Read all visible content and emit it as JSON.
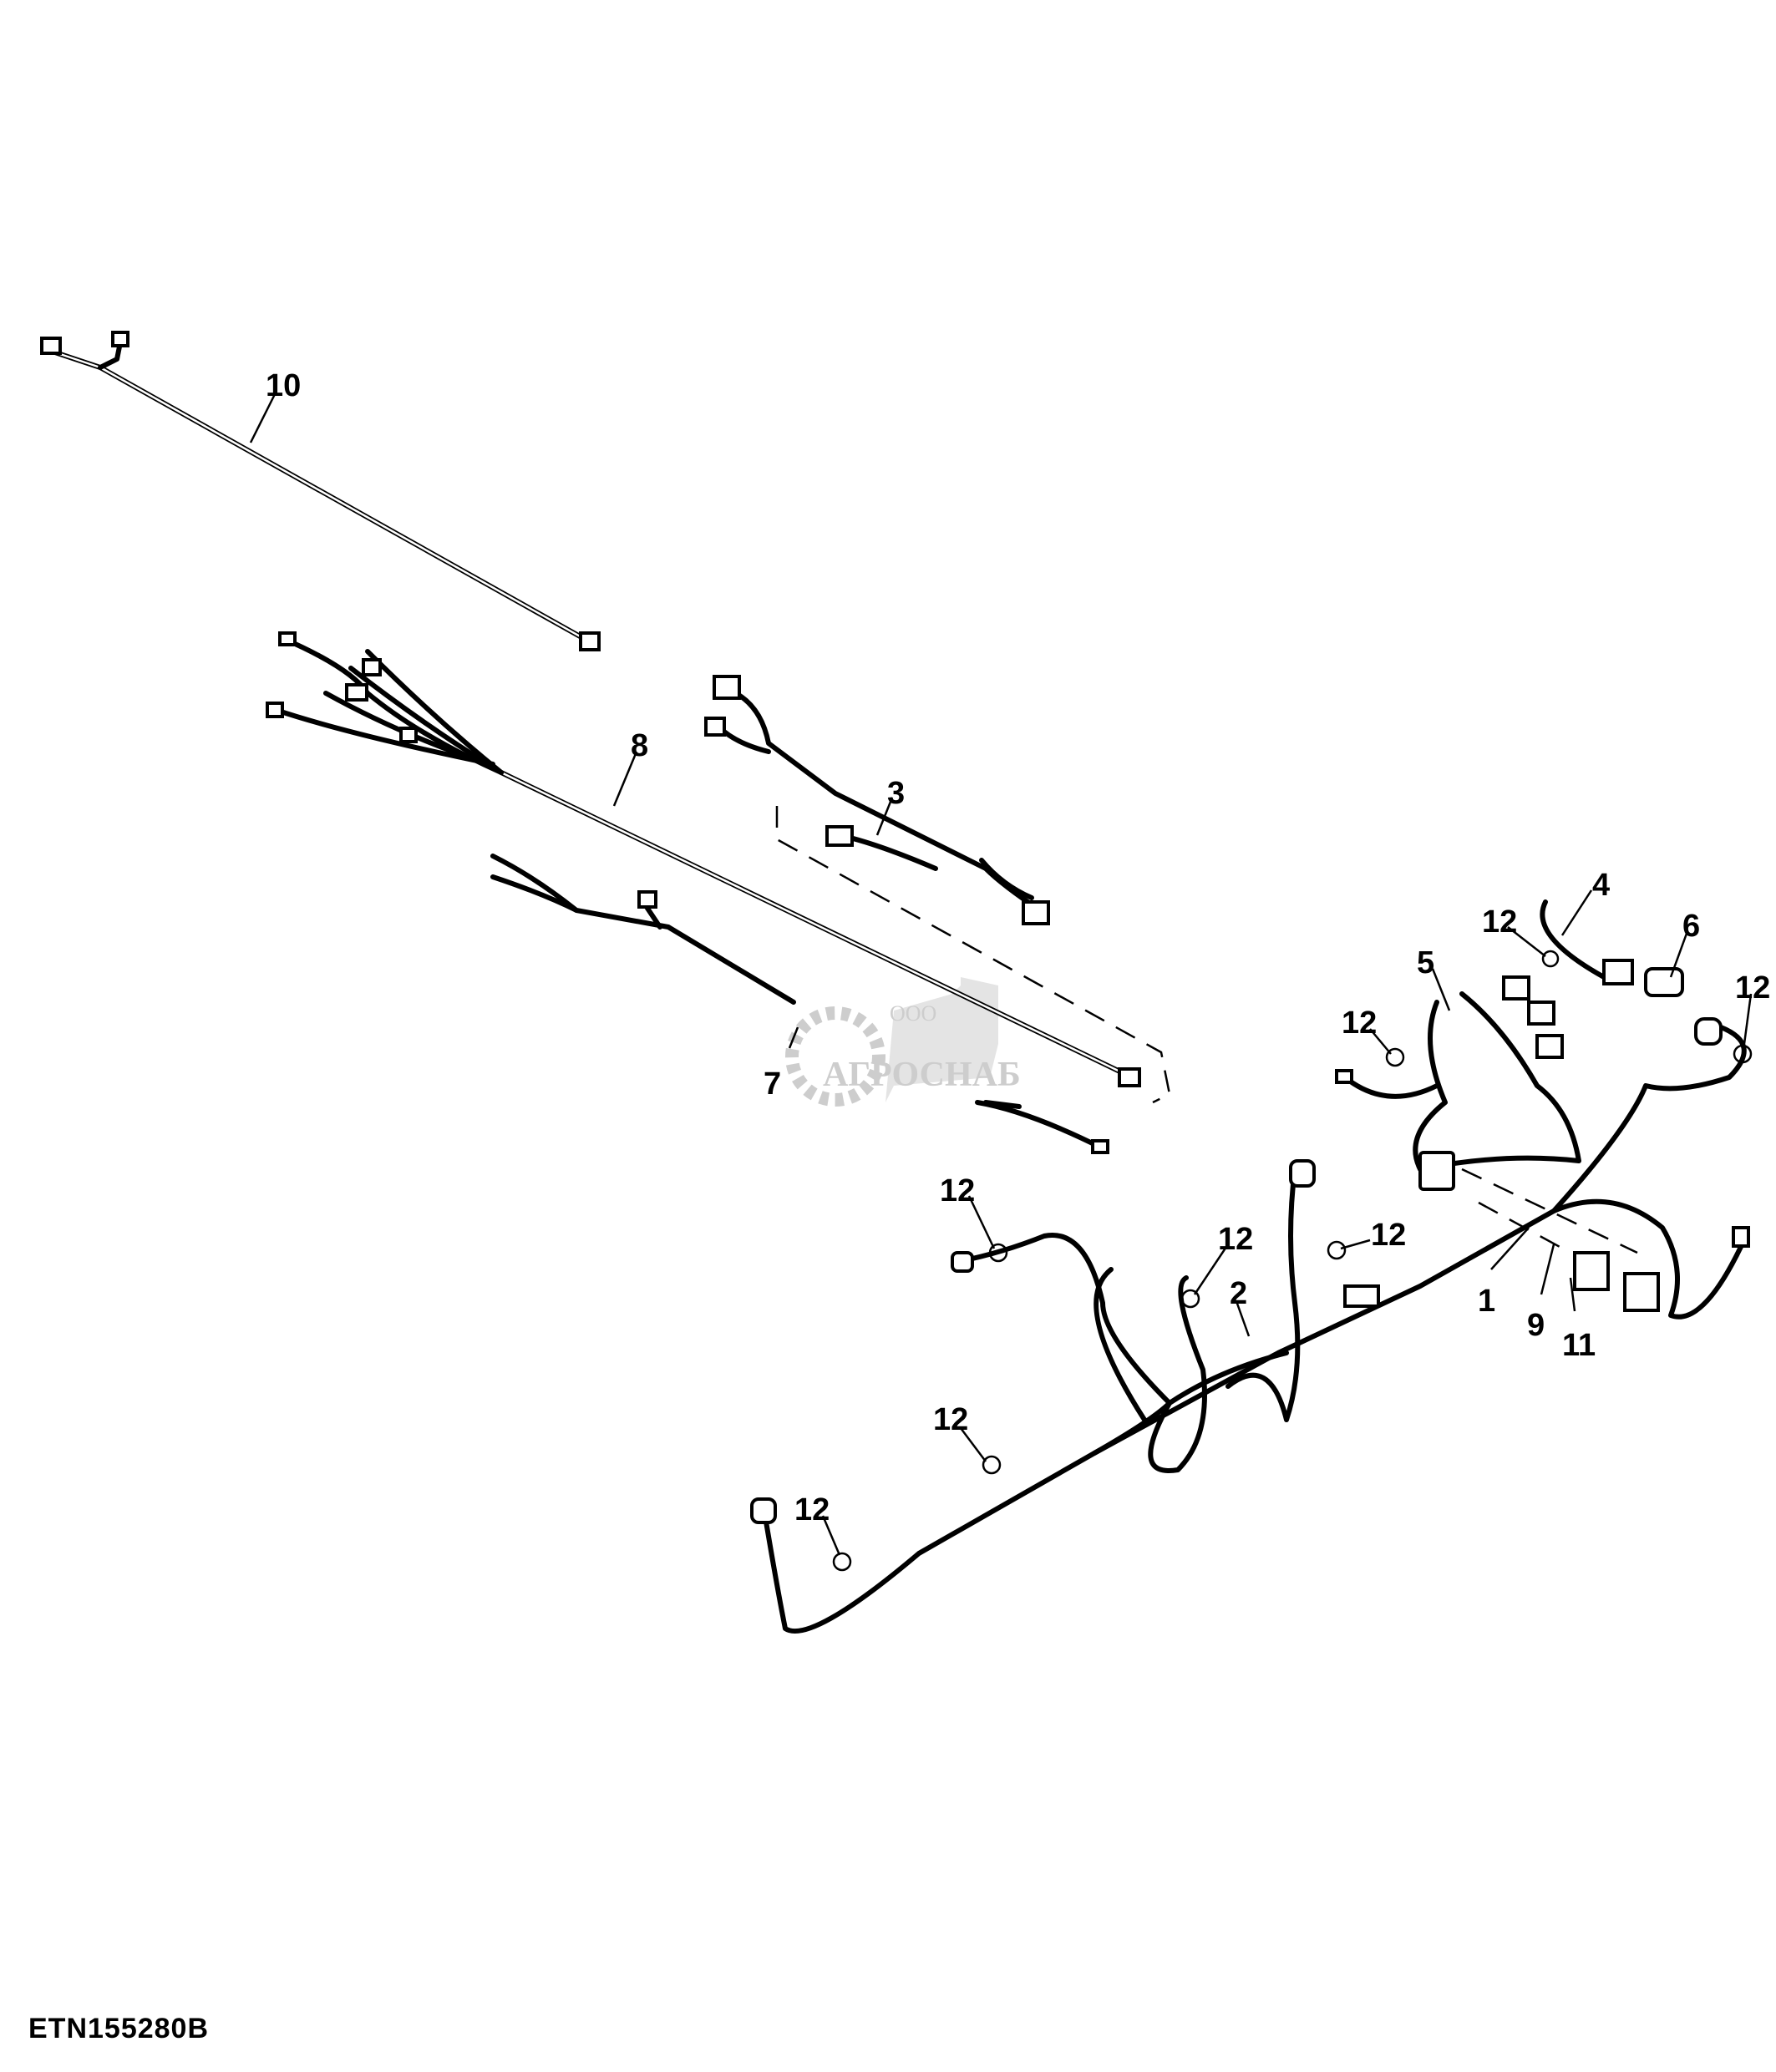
{
  "figure_id": "ETN155280B",
  "watermark": {
    "small": "ООО",
    "name": "АГРОСНАБ"
  },
  "callouts": {
    "c10": "10",
    "c8": "8",
    "c3": "3",
    "c7": "7",
    "c4": "4",
    "c6": "6",
    "c5": "5",
    "c2": "2",
    "c1": "1",
    "c9": "9",
    "c11": "11",
    "c12a": "12",
    "c12b": "12",
    "c12c": "12",
    "c12d": "12",
    "c12e": "12",
    "c12f": "12",
    "c12g": "12",
    "c12h": "12"
  }
}
